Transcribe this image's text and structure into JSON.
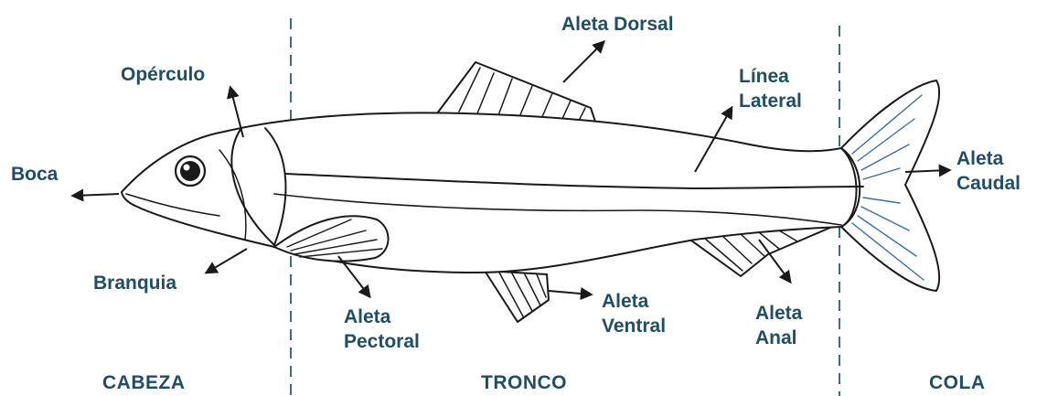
{
  "colors": {
    "label": "#1f4e66",
    "outline": "#1a1a1a",
    "divider": "#3d6b80",
    "fin_accent": "#3a6f9e",
    "background": "#ffffff"
  },
  "labels": {
    "boca": "Boca",
    "operculo": "Opérculo",
    "branquia": "Branquia",
    "aleta_pectoral": [
      "Aleta",
      "Pectoral"
    ],
    "aleta_dorsal": "Aleta Dorsal",
    "linea_lateral": [
      "Línea",
      "Lateral"
    ],
    "aleta_ventral": [
      "Aleta",
      "Ventral"
    ],
    "aleta_anal": [
      "Aleta",
      "Anal"
    ],
    "aleta_caudal": [
      "Aleta",
      "Caudal"
    ]
  },
  "sections": {
    "cabeza": "CABEZA",
    "tronco": "TRONCO",
    "cola": "COLA"
  }
}
